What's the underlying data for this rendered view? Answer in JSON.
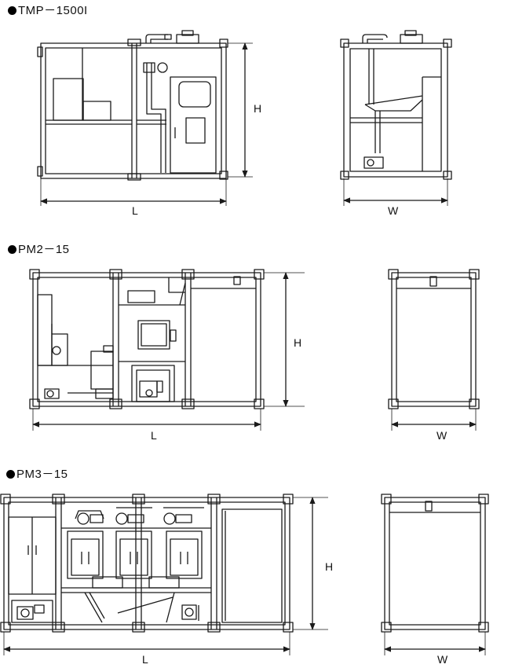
{
  "sections": [
    {
      "title": "TMP－1500I"
    },
    {
      "title": "PM2－15"
    },
    {
      "title": "PM3－15"
    }
  ],
  "dimensions": {
    "length": "L",
    "height": "H",
    "width": "W"
  },
  "colors": {
    "line": "#1a1a1a",
    "fill": "#ffffff"
  }
}
